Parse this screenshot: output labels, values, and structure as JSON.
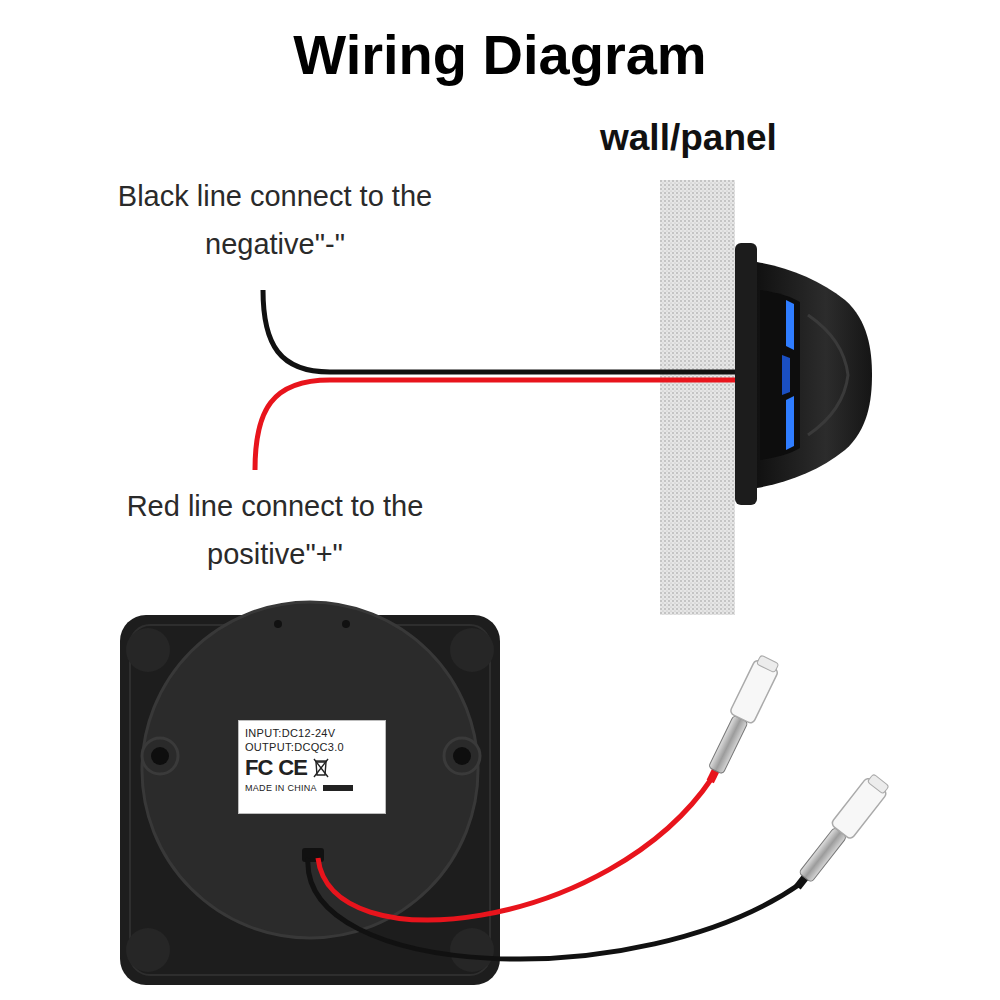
{
  "diagram": {
    "title": "Wiring Diagram",
    "nodes": [
      {
        "text": [
          "INPUT:DC12-24V",
          "OUTPUT:DCQC3.0",
          "FC",
          "CE",
          "MADE IN CHINA"
        ]
      }
    ],
    "labels": [
      "wall/panel",
      "Black line connect to the negative\"-\"",
      "Red line connect to the positive\"+\""
    ]
  }
}
